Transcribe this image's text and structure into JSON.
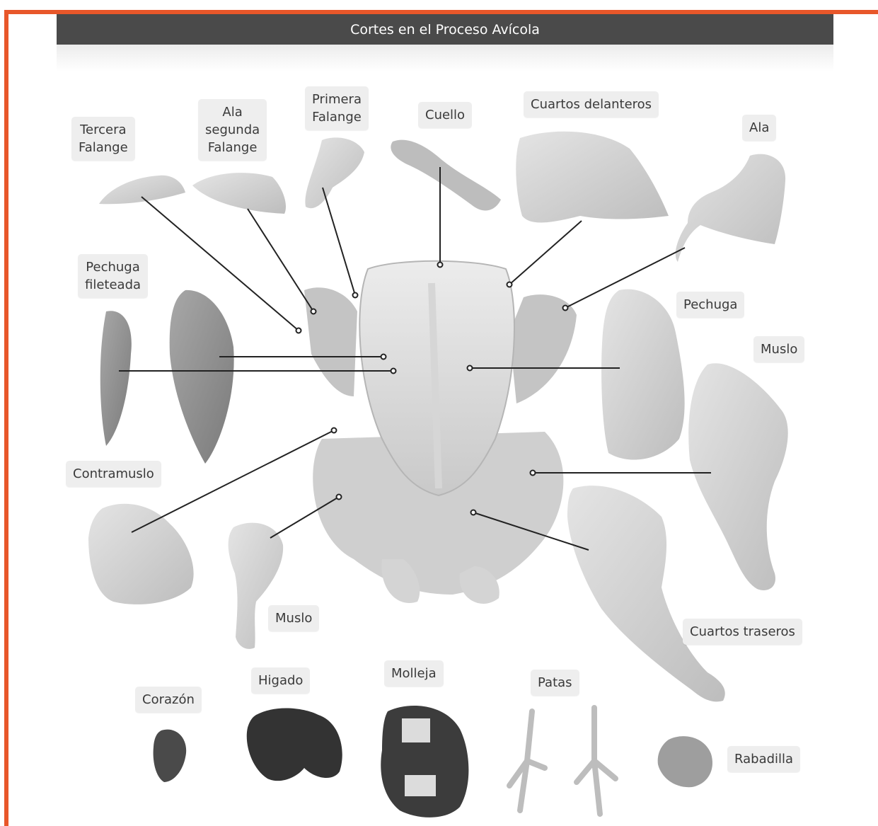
{
  "title": "Cortes en el Proceso Avícola",
  "colors": {
    "frame": "#e8572a",
    "title_bar": "#4a4a4a",
    "label_bg": "#eeeeee",
    "label_text": "#3a3a3a",
    "leader_line": "#222222"
  },
  "labels": {
    "tercera_falange": "Tercera\nFalange",
    "ala_segunda_falange": "Ala\nsegunda\nFalange",
    "primera_falange": "Primera\nFalange",
    "cuello": "Cuello",
    "cuartos_delanteros": "Cuartos delanteros",
    "ala": "Ala",
    "pechuga_fileteada": "Pechuga\nfileteada",
    "pechuga": "Pechuga",
    "muslo_right": "Muslo",
    "contramuslo": "Contramuslo",
    "muslo_bottom": "Muslo",
    "cuartos_traseros": "Cuartos traseros",
    "corazon": "Corazón",
    "higado": "Higado",
    "molleja": "Molleja",
    "patas": "Patas",
    "rabadilla": "Rabadilla"
  }
}
